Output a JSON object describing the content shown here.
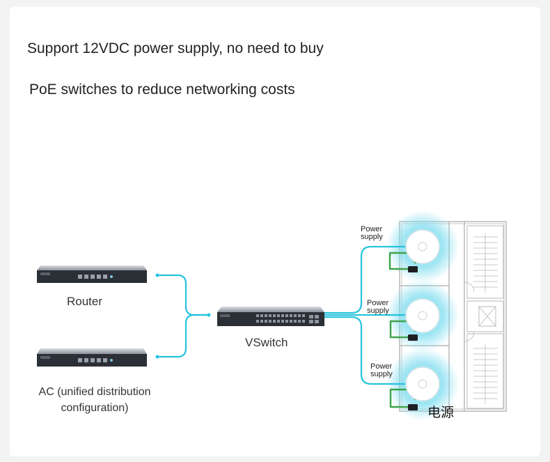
{
  "headline": {
    "line1": "Support 12VDC power supply, no need to buy",
    "line2": "PoE switches to reduce networking costs"
  },
  "devices": {
    "router": "Router",
    "vswitch": "VSwitch",
    "ac_line1": "AC (unified distribution",
    "ac_line2": "configuration)"
  },
  "access_points": [
    {
      "power_label_line1": "Power",
      "power_label_line2": "supply"
    },
    {
      "power_label_line1": "Power",
      "power_label_line2": "supply"
    },
    {
      "power_label_line1": "Power",
      "power_label_line2": "supply"
    }
  ],
  "power_source_label": "电源",
  "colors": {
    "cable": "#25c3dc",
    "power_cable": "#3ea44a",
    "glow": "#8fe3f3",
    "device_body": "#2b2f36",
    "floorplan": "#b8b8b8"
  }
}
